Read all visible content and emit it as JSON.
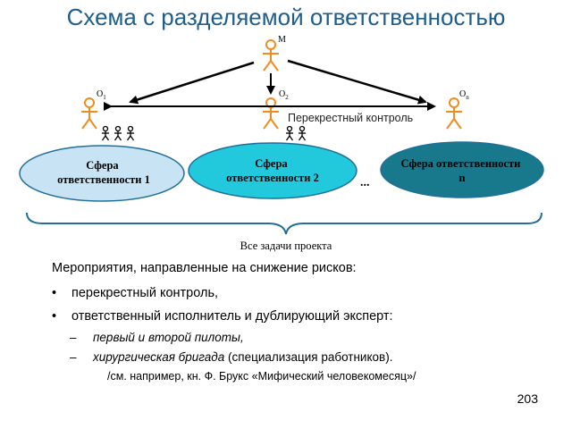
{
  "title": "Схема с разделяемой ответственностью",
  "diagram": {
    "manager": {
      "label": "М"
    },
    "owners": [
      {
        "label": "O",
        "sub": "1"
      },
      {
        "label": "O",
        "sub": "2"
      },
      {
        "label": "O",
        "sub": "n"
      }
    ],
    "cross_control": "Перекрестный контроль",
    "spheres": [
      {
        "line1": "Сфера",
        "line2": "ответственности 1",
        "color": "#c8e4f4"
      },
      {
        "line1": "Сфера",
        "line2": "ответственности 2",
        "color": "#22c9dd"
      },
      {
        "line1": "Сфера ответственности",
        "line2": "n",
        "color": "#18788c"
      }
    ],
    "ellipsis": "...",
    "all_tasks": "Все задачи проекта"
  },
  "text": {
    "heading": "Мероприятия, направленные на снижение рисков:",
    "bullets": [
      "перекрестный контроль,",
      "ответственный исполнитель и дублирующий эксперт:"
    ],
    "dash1_italic": "первый и второй пилоты,",
    "dash2_italic": "хирургическая бригада",
    "dash2_rest": " (специализация работников).",
    "reference": "/см. например, кн. Ф. Брукс «Мифический человекомесяц»/"
  },
  "page_number": "203",
  "colors": {
    "title": "#1f5d8c",
    "figure": "#f28c1e",
    "ellipse_stroke": "#1f6f9a"
  }
}
